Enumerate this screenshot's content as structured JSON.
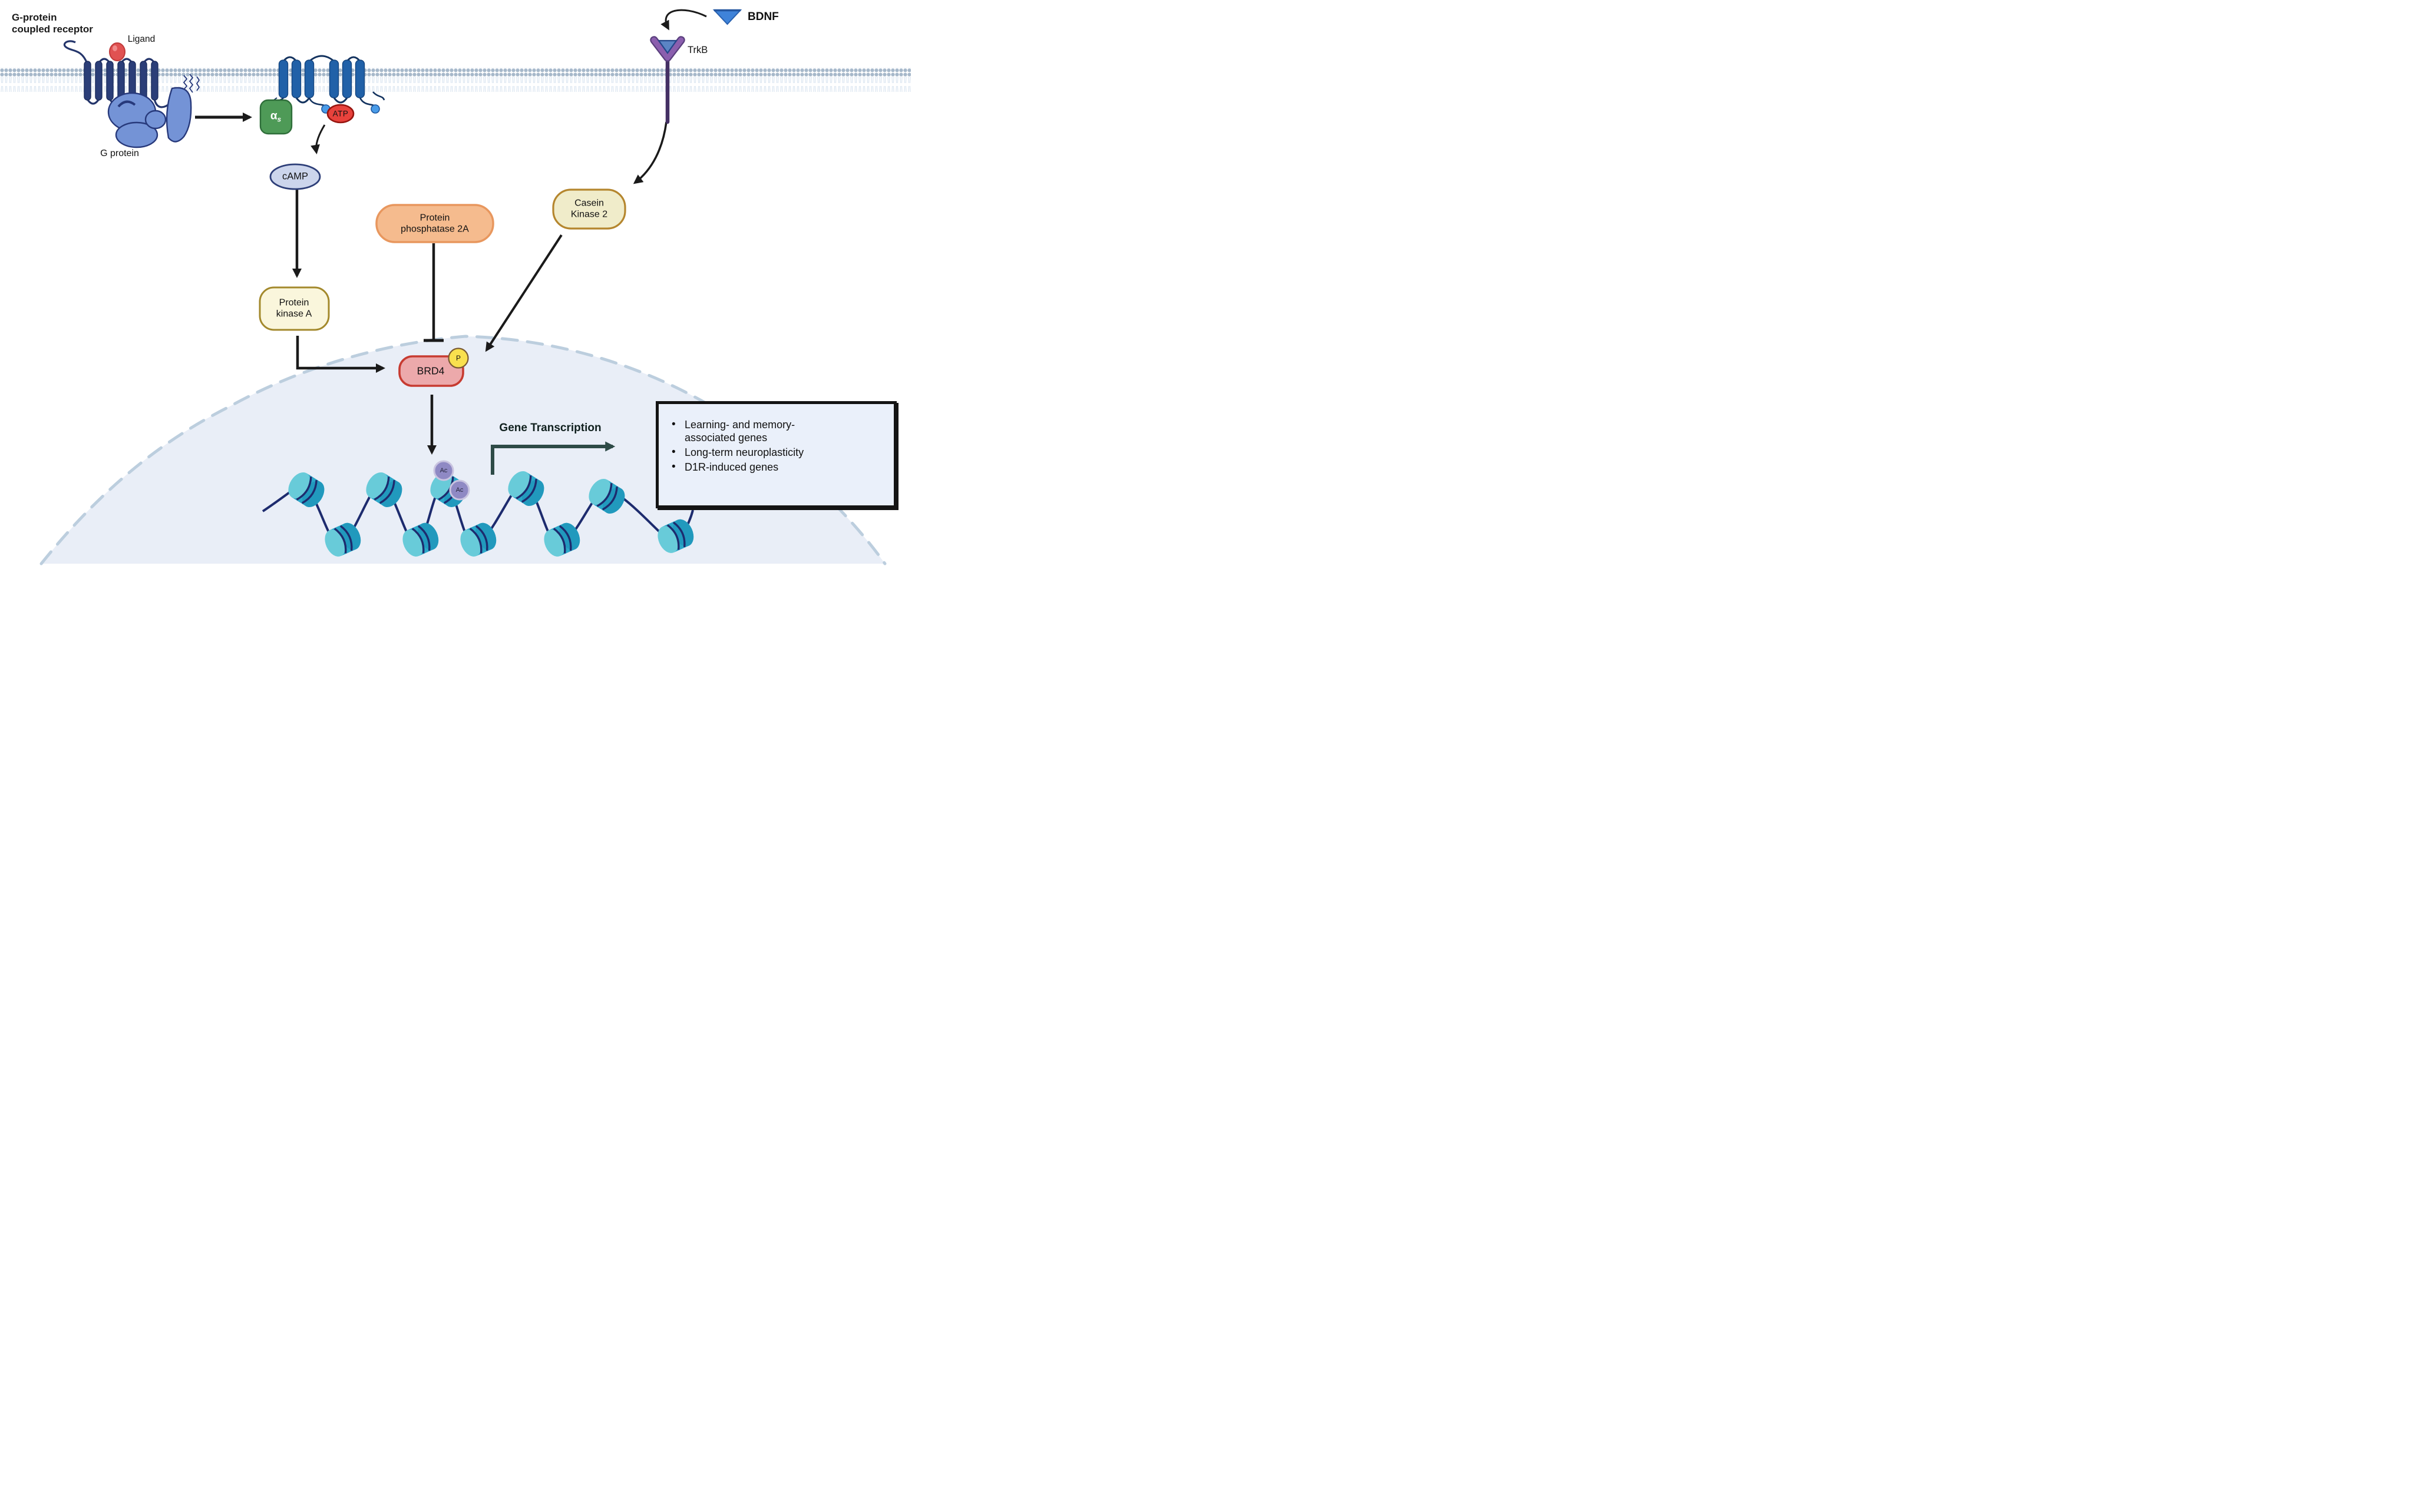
{
  "labels": {
    "receptor_title": {
      "line1": "G-protein",
      "line2": "coupled receptor"
    },
    "ligand": "Ligand",
    "g_protein": "G protein",
    "alpha_subunit": {
      "base": "α",
      "sub": "s"
    },
    "atp": "ATP",
    "camp": "cAMP",
    "pka": {
      "line1": "Protein",
      "line2": "kinase A"
    },
    "pp2a": {
      "line1": "Protein",
      "line2": "phosphatase 2A"
    },
    "ck2": {
      "line1": "Casein",
      "line2": "Kinase 2"
    },
    "brd4": "BRD4",
    "phospho": "P",
    "acetyl": "Ac",
    "bdnf": "BDNF",
    "trkb": "TrkB",
    "gene_transcription": "Gene Transcription"
  },
  "outcomes": {
    "items": [
      {
        "line1": "Learning- and memory-",
        "line2": "associated genes"
      },
      {
        "line1": "Long-term neuroplasticity",
        "line2": ""
      },
      {
        "line1": "D1R-induced genes",
        "line2": ""
      }
    ]
  },
  "colors": {
    "membrane_head": "#a6b8ca",
    "gpcr_helix": "#2b3e78",
    "ligand_red": "#e05252",
    "g_protein_blue": "#7493d6",
    "alpha_green": "#4e9a57",
    "atp_red": "#e8423c",
    "camp_fill": "#ccd5ec",
    "pka_fill": "#faf6dc",
    "pka_border": "#a3892c",
    "pp2a_fill": "#f5bb8e",
    "pp2a_border": "#e8975e",
    "ck2_fill": "#f0ecca",
    "ck2_border": "#b5862e",
    "brd4_fill": "#eca9ab",
    "brd4_border": "#c73b31",
    "phospho_yellow": "#f9e04e",
    "bdnf_blue": "#3f83d9",
    "trkb_purple": "#8b5fae",
    "nucleus_fill": "#e9eef7",
    "nucleus_dash": "#bccede",
    "nucleosome_face": "#68cbd9",
    "nucleosome_body": "#2ba7c8",
    "dna_navy": "#1d2b6e",
    "acetyl_purple": "#8f89c4",
    "transcription_arrow": "#2e4b47"
  }
}
